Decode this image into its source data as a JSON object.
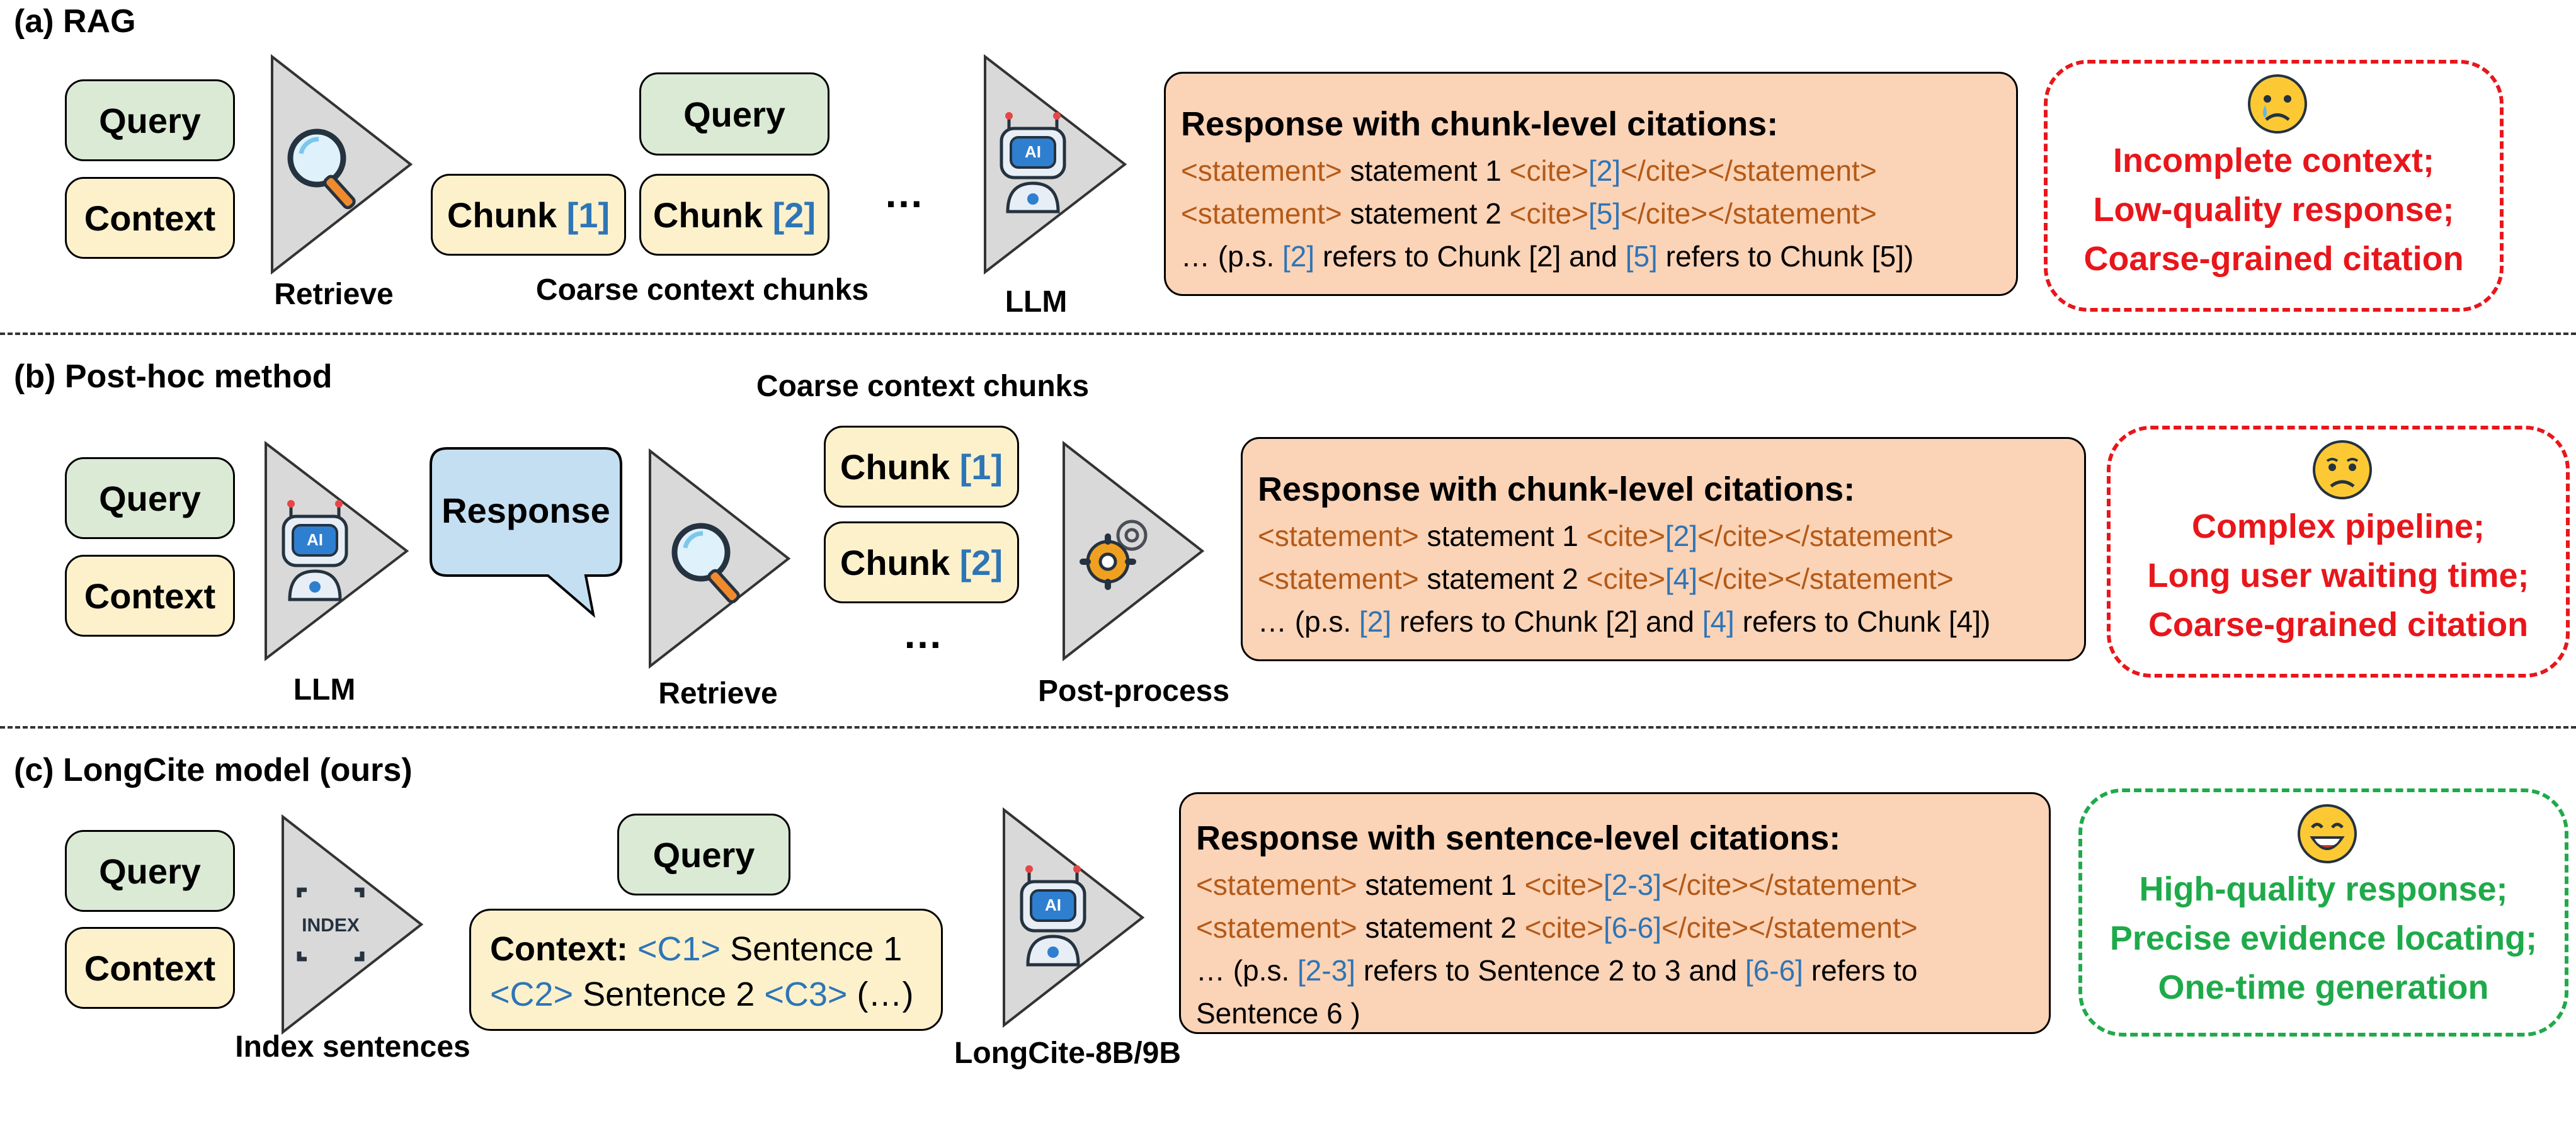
{
  "sections": {
    "a": {
      "title": "(a) RAG",
      "query": "Query",
      "context": "Context",
      "retrieve_label": "Retrieve",
      "query2": "Query",
      "chunk1": "Chunk",
      "chunk1_ref": "[1]",
      "chunk2": "Chunk",
      "chunk2_ref": "[2]",
      "ellipsis": "…",
      "chunks_label": "Coarse context chunks",
      "llm_label": "LLM",
      "response": {
        "title": "Response with chunk-level citations:",
        "l1_tag_open": "<statement>",
        "l1_text": " statement 1 ",
        "l1_cite_open": "<cite>",
        "l1_ref": "[2]",
        "l1_cite_close": "</cite></statement>",
        "l2_tag_open": "<statement>",
        "l2_text": " statement 2 ",
        "l2_cite_open": "<cite>",
        "l2_ref": "[5]",
        "l2_cite_close": "</cite></statement>",
        "l3_a": "… (p.s. ",
        "l3_ref1": "[2]",
        "l3_b": " refers to Chunk [2] and ",
        "l3_ref2": "[5]",
        "l3_c": " refers to Chunk [5])"
      },
      "outcome": [
        "Incomplete context;",
        "Low-quality response;",
        "Coarse-grained citation"
      ]
    },
    "b": {
      "title": "(b) Post-hoc method",
      "query": "Query",
      "context": "Context",
      "llm_label": "LLM",
      "response_bubble": "Response",
      "retrieve_label": "Retrieve",
      "chunks_label": "Coarse context chunks",
      "chunk1": "Chunk",
      "chunk1_ref": "[1]",
      "chunk2": "Chunk",
      "chunk2_ref": "[2]",
      "ellipsis": "…",
      "postprocess_label": "Post-process",
      "response": {
        "title": "Response with chunk-level citations:",
        "l1_tag_open": "<statement>",
        "l1_text": " statement 1 ",
        "l1_cite_open": "<cite>",
        "l1_ref": "[2]",
        "l1_cite_close": "</cite></statement>",
        "l2_tag_open": "<statement>",
        "l2_text": " statement 2 ",
        "l2_cite_open": "<cite>",
        "l2_ref": "[4]",
        "l2_cite_close": "</cite></statement>",
        "l3_a": "… (p.s. ",
        "l3_ref1": "[2]",
        "l3_b": " refers to Chunk [2] and ",
        "l3_ref2": "[4]",
        "l3_c": " refers to Chunk [4])"
      },
      "outcome": [
        "Complex pipeline;",
        "Long user waiting time;",
        "Coarse-grained citation"
      ]
    },
    "c": {
      "title": "(c) LongCite model (ours)",
      "query": "Query",
      "context": "Context",
      "index_text": "INDEX",
      "index_label": "Index sentences",
      "query2": "Query",
      "ctx_label": "Context:",
      "c1": " <C1>",
      "s1": " Sentence 1",
      "c2": "<C2>",
      "s2": " Sentence 2 ",
      "c3": "<C3>",
      "s3": " (…)",
      "model_label": "LongCite-8B/9B",
      "response": {
        "title": "Response with sentence-level citations:",
        "l1_tag_open": "<statement>",
        "l1_text": " statement 1 ",
        "l1_cite_open": "<cite>",
        "l1_ref": "[2-3]",
        "l1_cite_close": "</cite></statement>",
        "l2_tag_open": "<statement>",
        "l2_text": " statement 2 ",
        "l2_cite_open": "<cite>",
        "l2_ref": "[6-6]",
        "l2_cite_close": "</cite></statement>",
        "l3_a": "… (p.s. ",
        "l3_ref1": "[2-3]",
        "l3_b": " refers to Sentence 2 to 3 and ",
        "l3_ref2": "[6-6]",
        "l3_c": " refers to",
        "l4": "Sentence 6 )"
      },
      "outcome": [
        "High-quality response;",
        "Precise evidence locating;",
        "One-time generation"
      ]
    }
  },
  "colors": {
    "negative": "#e8161b",
    "positive": "#1faa4a",
    "citation_blue": "#2e75b6",
    "tag_brown": "#b45a17"
  },
  "icons": [
    "magnifier-icon",
    "robot-icon",
    "gear-icon",
    "index-icon",
    "crying-emoji-icon",
    "sad-emoji-icon",
    "laughing-emoji-icon"
  ]
}
